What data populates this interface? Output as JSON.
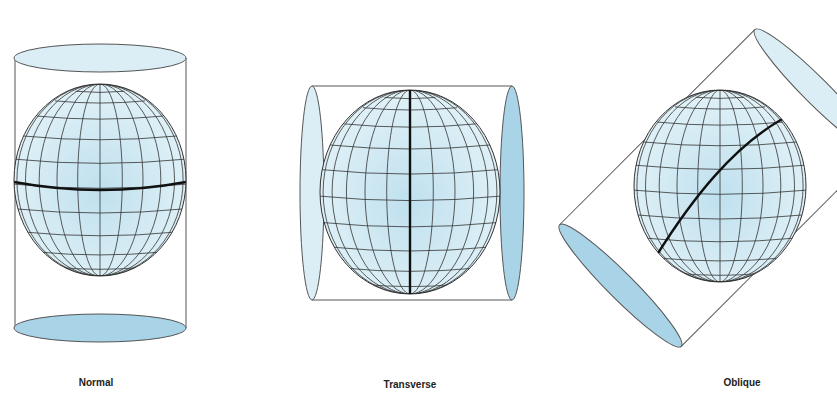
{
  "diagram": {
    "labels": [
      "Normal",
      "Transverse",
      "Oblique"
    ]
  }
}
